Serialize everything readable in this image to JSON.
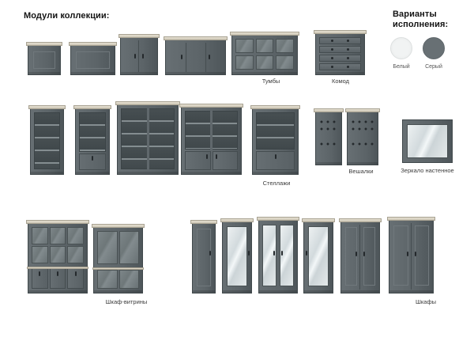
{
  "header": {
    "title": "Модули коллекции:",
    "variants_title": "Варианты\nисполнения:"
  },
  "variants": [
    {
      "label": "Белый",
      "color": "#f1f3f3"
    },
    {
      "label": "Серый",
      "color": "#687074"
    }
  ],
  "labels": {
    "tumby": "Тумбы",
    "komod": "Комод",
    "stellazhi": "Стеллажи",
    "veshalki": "Вешалки",
    "zerkalo": "Зеркало настенное",
    "vitriny": "Шкаф-витрины",
    "shkafy": "Шкафы"
  },
  "palette": {
    "furniture_gray": "#5d6569",
    "wood_top": "#d8d2c2",
    "glass": "#70797c",
    "mirror": "#e3e9eb"
  }
}
